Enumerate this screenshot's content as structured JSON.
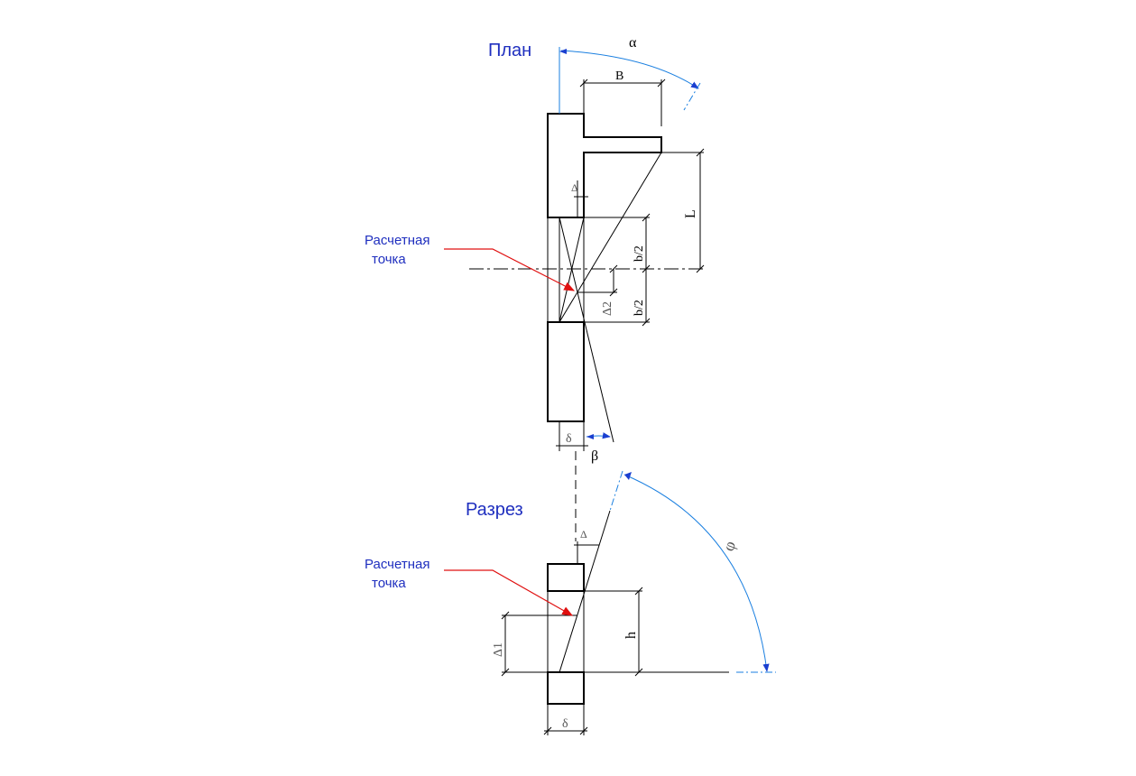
{
  "plan": {
    "title": "План",
    "alpha": "α",
    "B": "B",
    "L": "L",
    "delta": "Δ",
    "half_b_top": "b/2",
    "half_b_bottom": "b/2",
    "delta2": "Δ2",
    "delta_thickness": "δ",
    "beta": "β",
    "calc_point_line1": "Расчетная",
    "calc_point_line2": "точка"
  },
  "section": {
    "title": "Разрез",
    "phi": "φ",
    "delta": "Δ",
    "delta1": "Δ1",
    "h": "h",
    "delta_thickness": "δ",
    "calc_point_line1": "Расчетная",
    "calc_point_line2": "точка"
  },
  "colors": {
    "title_blue": "#1f2fbf",
    "dimension_blue": "#1a7fe0",
    "pointer_red": "#e01010"
  }
}
